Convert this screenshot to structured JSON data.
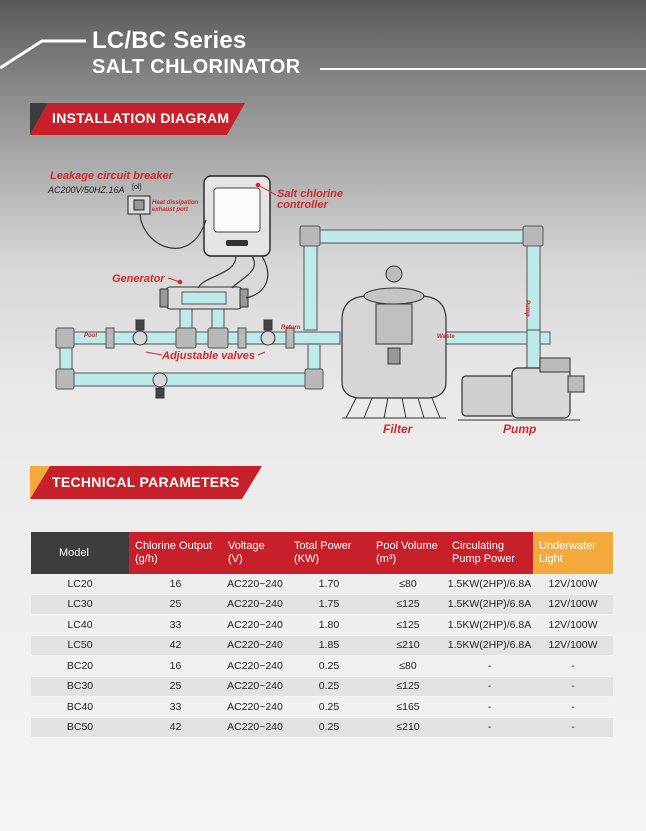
{
  "header": {
    "series": "LC/BC Series",
    "product": "SALT CHLORINATOR"
  },
  "sections": {
    "installation": "INSTALLATION DIAGRAM",
    "technical": "TECHNICAL PARAMETERS"
  },
  "diagram": {
    "breaker_label": "Leakage circuit breaker",
    "breaker_spec": "AC200V/50HZ.16A",
    "breaker_icon_text": "[ol]",
    "heat_label_1": "Heat dissipation",
    "heat_label_2": "exhaust port",
    "controller_label_1": "Salt chlorine",
    "controller_label_2": "controller",
    "generator_label": "Generator",
    "valves_label": "Adjustable valves",
    "filter_label": "Filter",
    "pump_label": "Pump",
    "pipe_pool": "Pool",
    "pipe_return": "Return",
    "pipe_waste": "Waste",
    "pipe_pump": "Pump"
  },
  "table": {
    "headers": [
      {
        "line1": "Model",
        "line2": ""
      },
      {
        "line1": "Chlorine Output",
        "line2": "(g/h)"
      },
      {
        "line1": "Voltage",
        "line2": "(V)"
      },
      {
        "line1": "Total Power",
        "line2": "(KW)"
      },
      {
        "line1": "Pool Volume",
        "line2": "(m³)"
      },
      {
        "line1": "Circulating",
        "line2": "Pump Power"
      },
      {
        "line1": "Underwater",
        "line2": "Light"
      }
    ],
    "rows": [
      [
        "LC20",
        "16",
        "AC220~240",
        "1.70",
        "≤80",
        "1.5KW(2HP)/6.8A",
        "12V/100W"
      ],
      [
        "LC30",
        "25",
        "AC220~240",
        "1.75",
        "≤125",
        "1.5KW(2HP)/6.8A",
        "12V/100W"
      ],
      [
        "LC40",
        "33",
        "AC220~240",
        "1.80",
        "≤125",
        "1.5KW(2HP)/6.8A",
        "12V/100W"
      ],
      [
        "LC50",
        "42",
        "AC220~240",
        "1.85",
        "≤210",
        "1.5KW(2HP)/6.8A",
        "12V/100W"
      ],
      [
        "BC20",
        "16",
        "AC220~240",
        "0.25",
        "≤80",
        "-",
        "-"
      ],
      [
        "BC30",
        "25",
        "AC220~240",
        "0.25",
        "≤125",
        "-",
        "-"
      ],
      [
        "BC40",
        "33",
        "AC220~240",
        "0.25",
        "≤165",
        "-",
        "-"
      ],
      [
        "BC50",
        "42",
        "AC220~240",
        "0.25",
        "≤210",
        "-",
        "-"
      ]
    ]
  },
  "colors": {
    "red": "#c8202a",
    "orange": "#f3a93b",
    "dark": "#3d3d3d",
    "pipe_fill": "#bfeaea",
    "pipe_stroke": "#6a6a6a"
  }
}
